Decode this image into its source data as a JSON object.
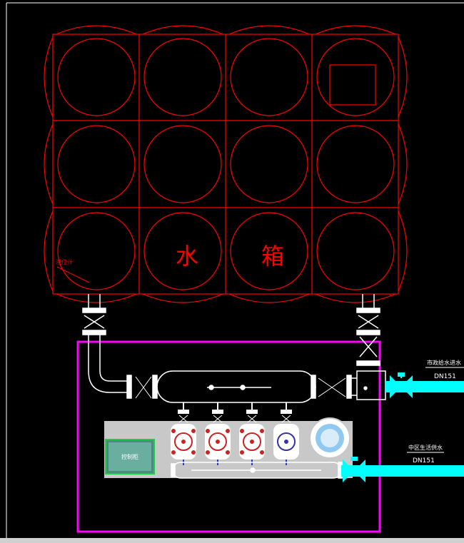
{
  "colors": {
    "background": "#000000",
    "tank": "#ff0000",
    "frame": "#ff00ff",
    "pipe": "#ffffff",
    "inlet_pipe": "#00ffff",
    "panel": "#c8c8c8",
    "control_box_border": "#22cc44"
  },
  "tank": {
    "char_1": "水",
    "char_2": "箱",
    "small_label": "液位计"
  },
  "inlet_top": {
    "label": "市政给水进水",
    "size": "DN151"
  },
  "inlet_bottom": {
    "label": "中区生活供水",
    "size": "DN151"
  },
  "control_box": {
    "label": "控制柜"
  },
  "icons": {
    "valve": "gate-valve-icon",
    "pump": "pump-icon",
    "pressure_tank": "pressure-tank-icon",
    "gauge": "gauge-icon"
  }
}
